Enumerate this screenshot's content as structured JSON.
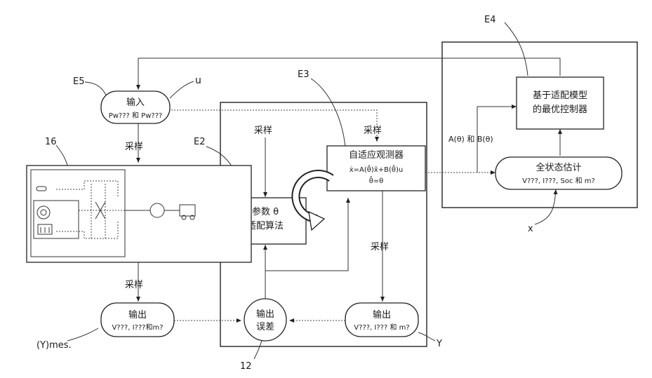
{
  "labels": {
    "E5": "E5",
    "u": "u",
    "E4": "E4",
    "E3": "E3",
    "E2": "E2",
    "n16": "16",
    "n12": "12",
    "Y": "Y",
    "Ymes": "(Y)mes.",
    "x": "x"
  },
  "boxes": {
    "input_title": "输入",
    "input_sub": "Pw??? 和 Pw???",
    "output_left_title": "输出",
    "output_left_sub": "V???, I???和m?",
    "output_right_title": "输出",
    "output_right_sub": "V???, I??? 和 m?",
    "error_line1": "输出",
    "error_line2": "误差",
    "param_line1": "参数 θ",
    "param_line2": "适配算法",
    "observer_title": "自适应观测器",
    "observer_eq1": "ẋ=A(θ̂)x̂+B(θ̂)u",
    "observer_eq2": "θ̂=θ",
    "controller_line1": "基于适配模型",
    "controller_line2": "的最优控制器",
    "estimator_title": "全状态估计",
    "estimator_sub": "V???, I???, Soc 和 m?",
    "ab_label": "A(θ) 和 B(θ)"
  },
  "sampling": {
    "s1": "采样",
    "s2": "采样",
    "s3": "采样",
    "s4": "采样",
    "s5": "采样"
  }
}
